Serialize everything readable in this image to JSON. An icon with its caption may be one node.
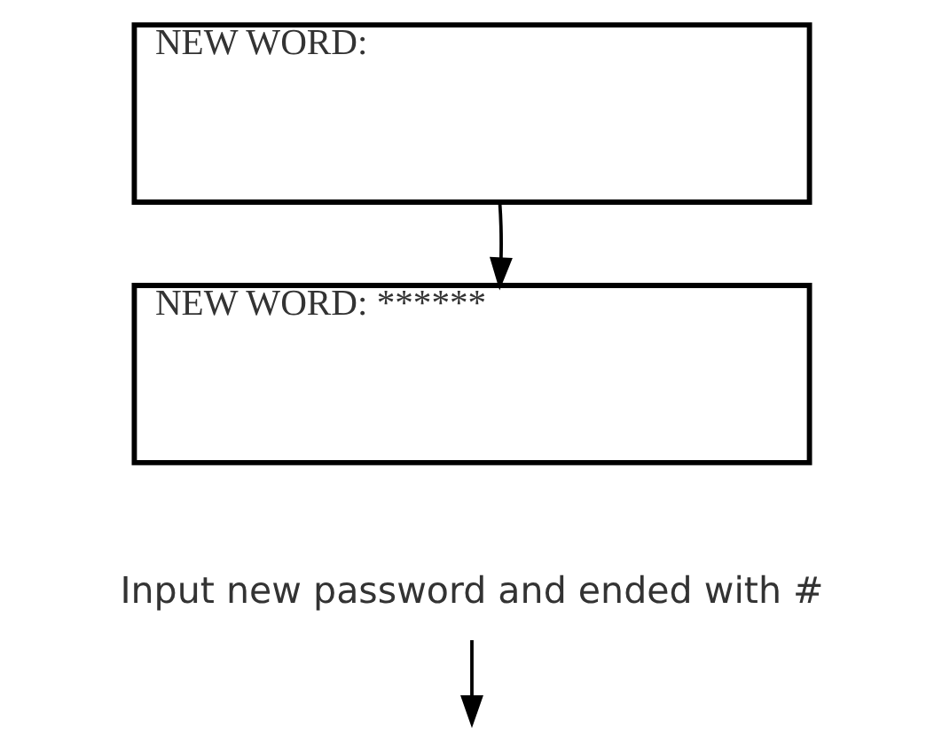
{
  "diagram": {
    "nodes": [
      {
        "text": [
          "NEW WORD:"
        ]
      },
      {
        "text": [
          "NEW WORD: ******"
        ]
      },
      {
        "text": [
          "Input new password and ended with #"
        ]
      }
    ],
    "edges": [
      {
        "from": 0,
        "to": 1,
        "arrow": "to"
      },
      {
        "from": 2,
        "to": null,
        "arrow": "to"
      }
    ]
  }
}
